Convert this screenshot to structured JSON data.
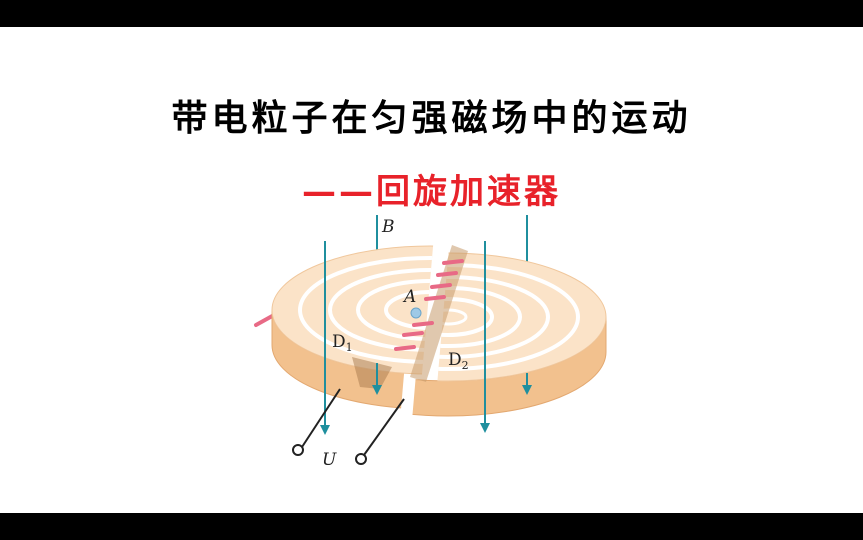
{
  "title": "带电粒子在匀强磁场中的运动",
  "subtitle": "——回旋加速器",
  "colors": {
    "title": "#000000",
    "subtitle": "#e8222a",
    "disk_top": "#fbe3c8",
    "disk_side": "#f2c18e",
    "field_line": "#1f8f9e",
    "groove": "#ffffff",
    "beam": "#e86a86"
  },
  "diagram": {
    "field_label": "B",
    "point_label": "A",
    "dee1_label": "D",
    "dee1_subscript": "1",
    "dee2_label": "D",
    "dee2_subscript": "2",
    "voltage_label": "U"
  }
}
